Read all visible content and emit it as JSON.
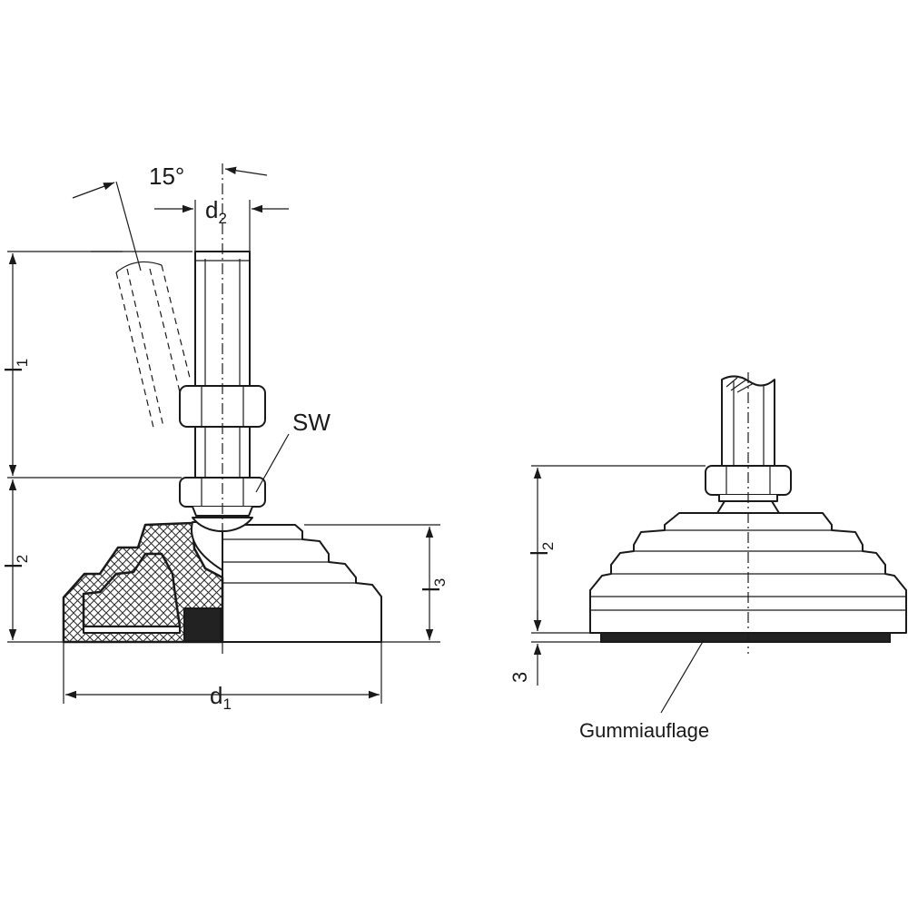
{
  "labels": {
    "angle": "15°",
    "d2_main": "d",
    "d2_sub": "2",
    "sw": "SW",
    "l1_main": "l",
    "l1_sub": "1",
    "l2_main": "l",
    "l2_sub": "2",
    "l3_main": "l",
    "l3_sub": "3",
    "d1_main": "d",
    "d1_sub": "1",
    "l2r_main": "l",
    "l2r_sub": "2",
    "three": "3",
    "rubber_pad": "Gummiauflage"
  }
}
